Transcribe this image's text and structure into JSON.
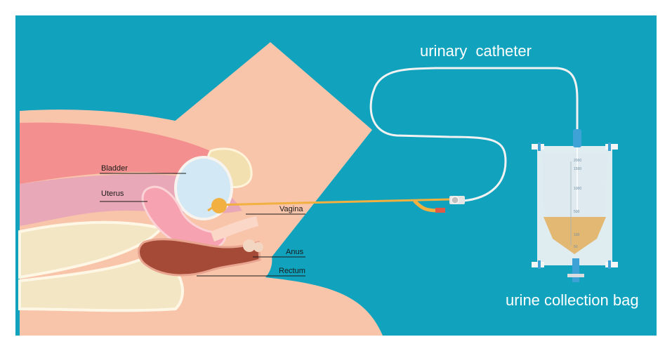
{
  "labels": {
    "catheter": "urinary  catheter",
    "bag": "urine collection bag",
    "bladder": "Bladder",
    "uterus": "Uterus",
    "vagina": "Vagina",
    "anus": "Anus",
    "rectum": "Rectum"
  },
  "bag_scale": [
    "2000",
    "1500",
    "1000",
    "500",
    "100",
    "50"
  ],
  "colors": {
    "background": "#11a3bd",
    "skin": "#f9c5aa",
    "bladder": "#d2e8f4",
    "urine": "#e3b873",
    "catheter": "#f1b040",
    "connector_blue": "#3fa2d6"
  }
}
